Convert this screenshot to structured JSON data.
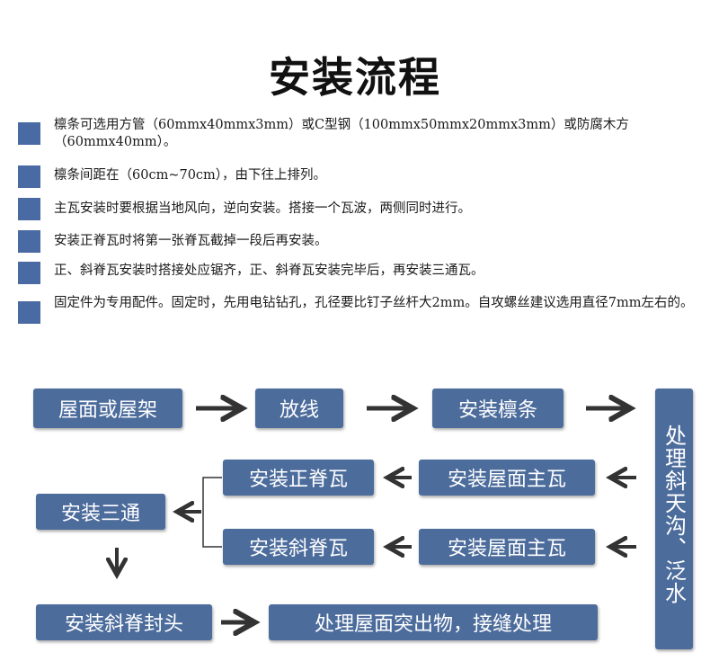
{
  "title": "安装流程",
  "notes": [
    "檩条可选用方管（60mmx40mmx3mm）或C型钢（100mmx50mmx20mmx3mm）或防腐木方（60mmx40mm）。",
    "檩条间距在（60cm~70cm），由下往上排列。",
    "主瓦安装时要根据当地风向，逆向安装。搭接一个瓦波，两侧同时进行。",
    "安装正脊瓦时将第一张脊瓦截掉一段后再安装。",
    "正、斜脊瓦安装时搭接处应锯齐，正、斜脊瓦安装完毕后，再安装三通瓦。",
    "固定件为专用配件。固定时，先用电钻钻孔，孔径要比钉子丝杆大2mm。自攻螺丝建议选用直径7mm左右的。"
  ],
  "flow": {
    "step_roof": "屋面或屋架",
    "step_line": "放线",
    "step_purlin": "安装檩条",
    "side": "处理斜天沟、泛水",
    "step_main_tile_1": "安装屋面主瓦",
    "step_main_tile_2": "安装屋面主瓦",
    "step_ridge": "安装正脊瓦",
    "step_hip": "安装斜脊瓦",
    "step_tee": "安装三通",
    "step_hip_cap": "安装斜脊封头",
    "step_final": "处理屋面突出物，接缝处理"
  },
  "colors": {
    "box": "#4c6c9c",
    "bullet": "#4a6aa3",
    "arrow": "#333333"
  }
}
